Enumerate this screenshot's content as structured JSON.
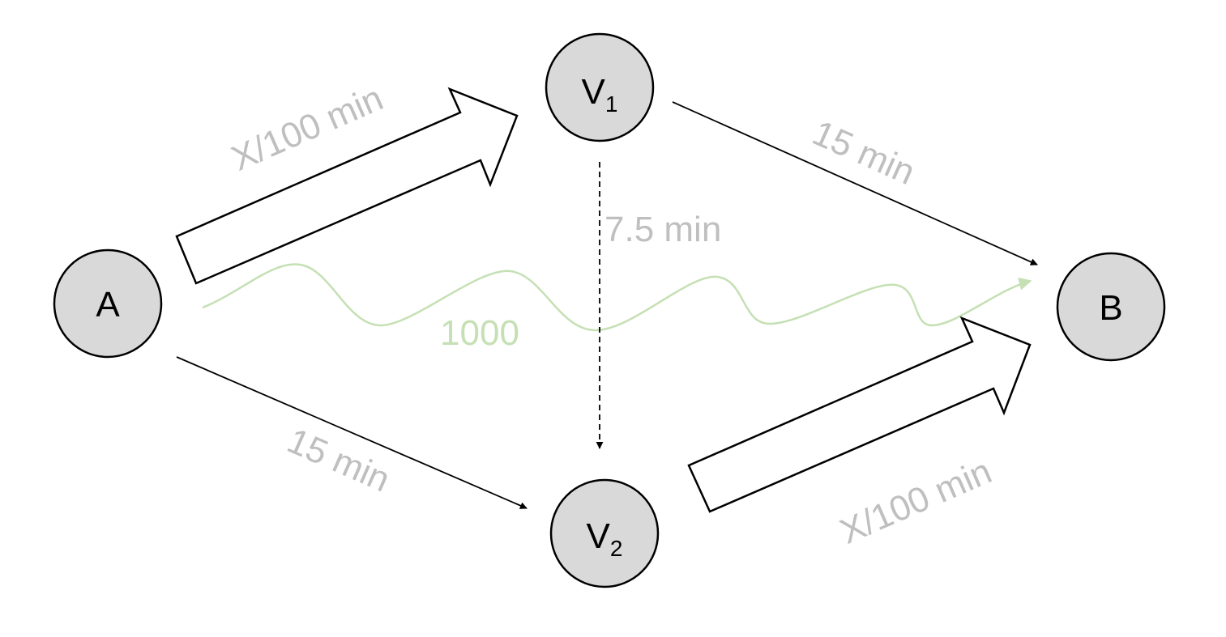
{
  "nodes": {
    "a": {
      "label": "A",
      "sub": ""
    },
    "v1": {
      "label": "V",
      "sub": "1"
    },
    "v2": {
      "label": "V",
      "sub": "2"
    },
    "b": {
      "label": "B",
      "sub": ""
    }
  },
  "edges": {
    "a_v1": "X/100 min",
    "v1_b": "15 min",
    "v1_v2": "7.5 min",
    "a_v2": "15 min",
    "v2_b": "X/100 min"
  },
  "flow": {
    "label": "1000"
  },
  "colors": {
    "node_fill": "#d9d9d9",
    "edge_label": "#bfbfbf",
    "flow": "#c5e0b4"
  }
}
